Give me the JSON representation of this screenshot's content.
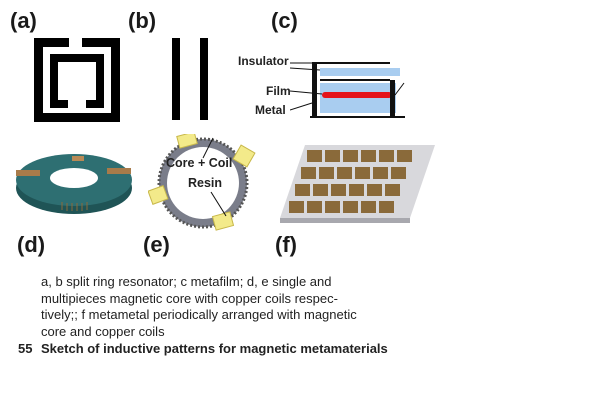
{
  "figure": {
    "panels": {
      "a": {
        "label": "(a)"
      },
      "b": {
        "label": "(b)"
      },
      "c": {
        "label": "(c)",
        "annotations": {
          "insulator": "Insulator",
          "film": "Film",
          "metal": "Metal"
        }
      },
      "d": {
        "label": "(d)"
      },
      "e": {
        "label": "(e)",
        "annotations": {
          "core_coil": "Core + Coil",
          "resin": "Resin"
        }
      },
      "f": {
        "label": "(f)"
      }
    },
    "caption": {
      "lines": [
        "a, b split ring resonator; c metafilm; d, e single and",
        "multipieces magnetic core with copper coils respec-",
        "tively;; f metametal periodically arranged with magnetic",
        "core and copper coils"
      ],
      "number": "55",
      "title": "Sketch of inductive patterns for magnetic metamaterials"
    },
    "colors": {
      "film_red": "#e5121a",
      "insulator_blue": "#a9cdf0",
      "core_teal": "#2e6f72",
      "pad_yellow": "#f3ea8a",
      "tile_brown": "#8a6a3a",
      "plate_gray": "#c8c8cc"
    }
  }
}
